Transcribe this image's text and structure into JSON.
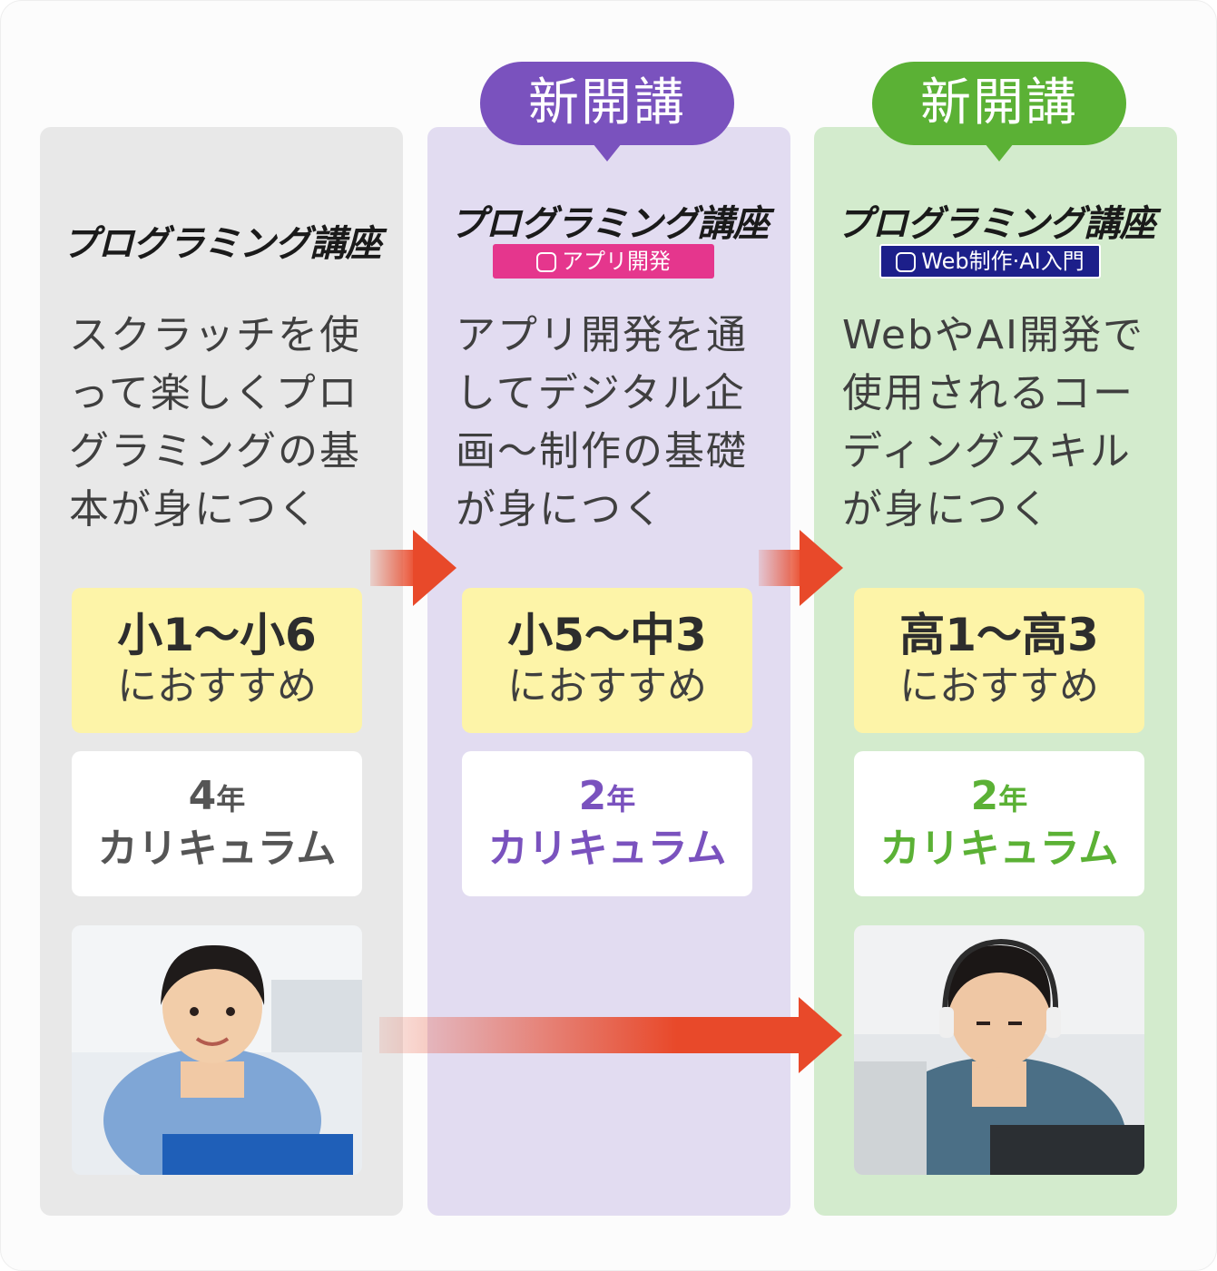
{
  "badges": {
    "new_left": "新開講",
    "new_right": "新開講"
  },
  "logo_text": "プログラミング講座",
  "columns": [
    {
      "sublabel": "",
      "description": "スクラッチを使って楽しくプログラミングの基本が身につく",
      "age": "小1〜小6",
      "recommend": "におすすめ",
      "years_num": "4",
      "years_unit": "年",
      "curriculum": "カリキュラム",
      "accent": "#555555",
      "photo": "boy-with-pen"
    },
    {
      "sublabel": "アプリ開発",
      "description": "アプリ開発を通してデジタル企画〜制作の基礎が身につく",
      "age": "小5〜中3",
      "recommend": "におすすめ",
      "years_num": "2",
      "years_unit": "年",
      "curriculum": "カリキュラム",
      "accent": "#7a52be"
    },
    {
      "sublabel": "Web制作·AI入門",
      "description": "WebやAI開発で使用されるコーディングスキルが身につく",
      "age": "高1〜高3",
      "recommend": "におすすめ",
      "years_num": "2",
      "years_unit": "年",
      "curriculum": "カリキュラム",
      "accent": "#5bb135",
      "photo": "teen-with-headphones"
    }
  ],
  "colors": {
    "arrow": "#e8492a",
    "purple": "#7a52be",
    "green": "#5bb135",
    "pink": "#e5368d",
    "navy": "#1c1f8a"
  }
}
